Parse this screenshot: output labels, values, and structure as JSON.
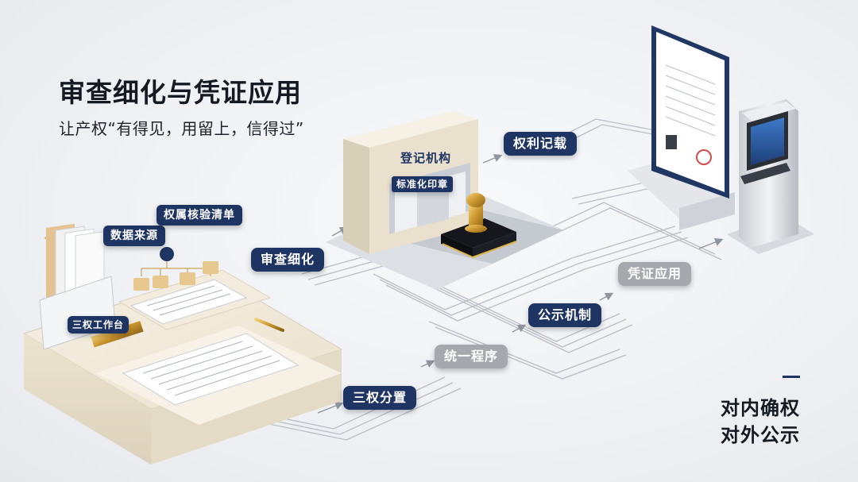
{
  "header": {
    "title": "审查细化与凭证应用",
    "subtitle": "让产权“有得见，用留上，信得过”"
  },
  "workstation": {
    "tray_label": "三权工作台",
    "source_label": "数据来源",
    "checklist_label": "权属核验清单"
  },
  "registry": {
    "building_label": "登记机构",
    "stamp_label": "标准化印章"
  },
  "flow": {
    "review": "审查细化",
    "rights_record": "权利记载",
    "separation": "三权分置",
    "unified_procedure": "统一程序",
    "public_notice": "公示机制",
    "voucher_use": "凭证应用"
  },
  "side_caption": {
    "line1": "对内确权",
    "line2": "对外公示"
  },
  "colors": {
    "navy": "#1e3563",
    "gray_tag": "#a5a8ad",
    "cream": "#efe7d6",
    "line": "#b9bec6"
  }
}
